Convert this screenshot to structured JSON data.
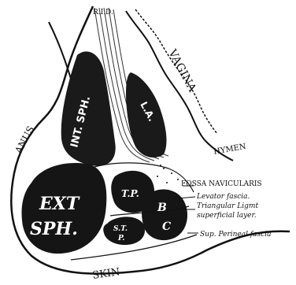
{
  "figure": {
    "labels": {
      "rd": "R.I.D.",
      "vagina": "VAGINA",
      "anus": "ANUS",
      "int_sph": "INT. SPH.",
      "la": "L.A.",
      "hymen": "HYMEN",
      "fossa_navicularis": "FOSSA NAVICULARIS",
      "levator_fascia": "Levator fascia.",
      "triangular_ligament": "Triangular Ligmt",
      "superficial_layer": "superficial layer.",
      "sup_perineal_fascia": "Sup. Perineal fascia",
      "ext": "EXT",
      "sph": "SPH.",
      "tp": "T.P.",
      "st": "S.T.",
      "p": "P.",
      "b": "B",
      "c": "C",
      "skin": "SKIN"
    }
  }
}
